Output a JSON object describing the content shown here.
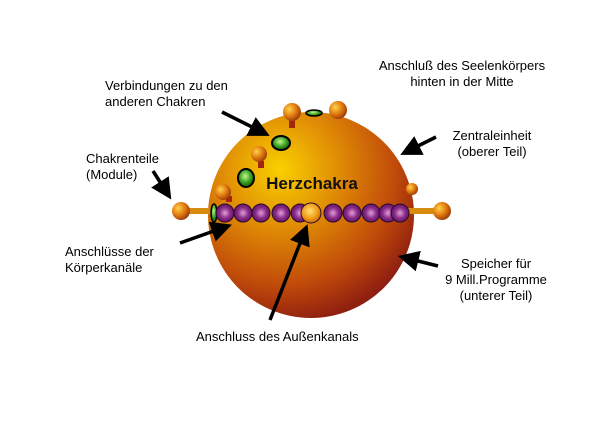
{
  "diagram": {
    "center_label": "Herzchakra",
    "colors": {
      "sphere_light": "#f7c400",
      "sphere_mid": "#d97a05",
      "sphere_dark": "#a3250c",
      "bead_purple": "#7a1a7a",
      "bead_gold": "#f1a21a",
      "connector_green": "#2e9a1c",
      "arrow": "#000000"
    },
    "labels": {
      "connections": "Verbindungen zu den\nanderen Chakren",
      "soul_body": "Anschluß des Seelenkörpers\nhinten in der Mitte",
      "modules": "Chakrenteile\n(Module)",
      "central_unit": "Zentraleinheit\n(oberer Teil)",
      "body_channels": "Anschlüsse der\nKörperkanäle",
      "memory": "Speicher für\n9 Mill.Programme\n(unterer Teil)",
      "outer_channel": "Anschluss des Außenkanals"
    }
  }
}
